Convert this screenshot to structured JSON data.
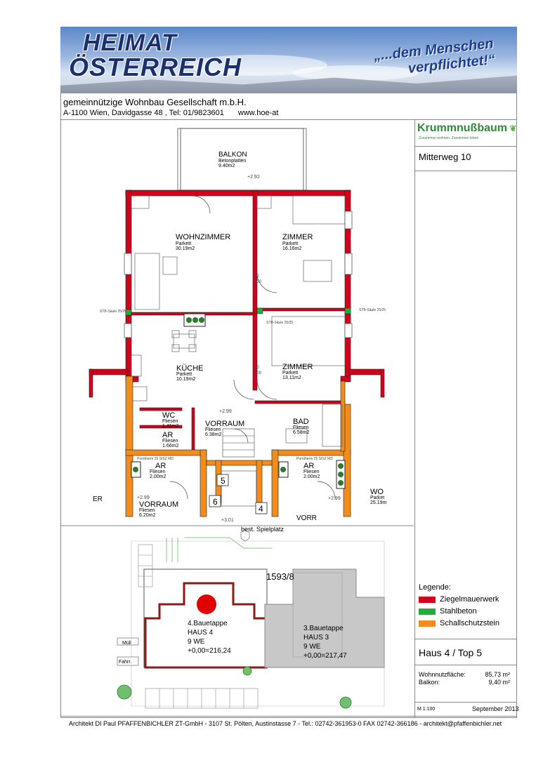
{
  "header": {
    "logo_line1": "HEIMAT",
    "logo_line2": "ÖSTERREICH",
    "slogan_line1": "„...dem Menschen",
    "slogan_line2": "verpflichtet!“",
    "company": "gemeinnützige Wohnbau Gesellschaft m.b.H.",
    "address": "A-1100 Wien, Davidgasse 48 , Tel: 01/9823601",
    "website": "www.hoe-at"
  },
  "sidebar": {
    "brand": "Krummnußbaum",
    "brand_sub": "Zusammen wohnen. Zusammen leben",
    "project": "Mitterweg 10",
    "legend_title": "Legende:",
    "legend": [
      {
        "label": "Ziegelmauerwerk",
        "color": "#d0021b"
      },
      {
        "label": "Stahlbeton",
        "color": "#1fae3a"
      },
      {
        "label": "Schallschutzstein",
        "color": "#f28c1c"
      }
    ],
    "unit": "Haus 4 / Top 5",
    "areas": [
      {
        "label": "Wohnnutzfläche:",
        "value": "85,73 m²"
      },
      {
        "label": "Balkon:",
        "value": "9,40 m²"
      }
    ],
    "scale": "M 1:100",
    "date": "September 2013"
  },
  "plan": {
    "rooms": [
      {
        "name": "BALKON",
        "floor": "Betonplatten",
        "size": "9.40m2"
      },
      {
        "name": "WOHNZIMMER",
        "floor": "Parkett",
        "size": "30.19m2"
      },
      {
        "name": "ZIMMER",
        "floor": "Parkett",
        "size": "16.16m2"
      },
      {
        "name": "KÜCHE",
        "floor": "Parkett",
        "size": "10.19m2"
      },
      {
        "name": "ZIMMER",
        "floor": "Parkett",
        "size": "13.11m2"
      },
      {
        "name": "WC",
        "floor": "Fliesen",
        "size": "1.46m2"
      },
      {
        "name": "VORRAUM",
        "floor": "Fliesen",
        "size": "6.38m2"
      },
      {
        "name": "BAD",
        "floor": "Fliesen",
        "size": "6.58m2"
      },
      {
        "name": "AR",
        "floor": "Fliesen",
        "size": "1.66m2"
      },
      {
        "name": "AR",
        "floor": "Fliesen",
        "size": "2.00m2"
      },
      {
        "name": "AR",
        "floor": "Fliesen",
        "size": "2.00m2"
      },
      {
        "name": "VORRAUM",
        "floor": "Fliesen",
        "size": "6.20m2"
      },
      {
        "name": "WO",
        "floor": "Parket",
        "size": "25.19m"
      }
    ],
    "level_balkon": "+2.92",
    "level_vorraum": "+2.99",
    "level_stair": "+3.01",
    "level_left": "+2.99",
    "level_right": "+2.99",
    "column_label": "STB-Säule 25/25",
    "unit_numbers": [
      "5",
      "6",
      "4"
    ],
    "side_left": "ER",
    "door_80": "80",
    "door_200": "200",
    "partition": "Porotherm 25 SISZ MD",
    "vorr": "VORR"
  },
  "site": {
    "playground": "best. Spielplatz",
    "parcel": "1593/8",
    "house4": [
      "4.Bauetappe",
      "HAUS 4",
      "9 WE",
      "+0,00=216,24"
    ],
    "house3": [
      "3.Bauetappe",
      "HAUS 3",
      "9 WE",
      "+0,00=217,47"
    ],
    "muell": "Müll",
    "fahrr": "Fahrr."
  },
  "footer": "Architekt DI Paul PFAFFENBICHLER ZT-GmbH  -  3107 St. Pölten, Austinstasse 7 - Tel.: 02742-361953-0  FAX 02742-366186  -  architekt@pfaffenbichler.net"
}
